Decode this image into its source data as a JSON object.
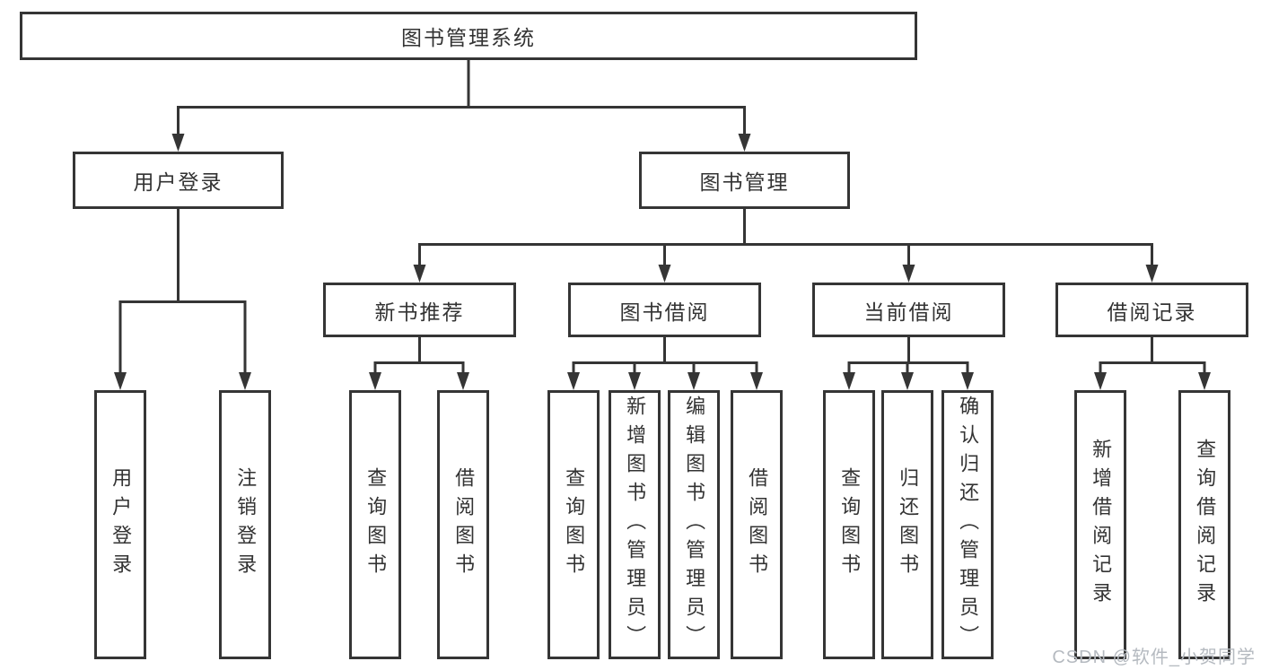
{
  "diagram": {
    "title": "图书管理系统",
    "branches": [
      {
        "label": "用户登录",
        "leaves": [
          "用户登录",
          "注销登录"
        ]
      },
      {
        "label": "图书管理",
        "groups": [
          {
            "label": "新书推荐",
            "leaves": [
              "查询图书",
              "借阅图书"
            ]
          },
          {
            "label": "图书借阅",
            "leaves": [
              "查询图书",
              "新增图书（管理员）",
              "编辑图书（管理员）",
              "借阅图书"
            ]
          },
          {
            "label": "当前借阅",
            "leaves": [
              "查询图书",
              "归还图书",
              "确认归还（管理员）"
            ]
          },
          {
            "label": "借阅记录",
            "leaves": [
              "新增借阅记录",
              "查询借阅记录"
            ]
          }
        ]
      }
    ]
  },
  "watermark": "CSDN @软件_小贺同学",
  "colors": {
    "line": "#353535",
    "text": "#333333",
    "watermark": "#b5bac0",
    "background": "#ffffff"
  }
}
